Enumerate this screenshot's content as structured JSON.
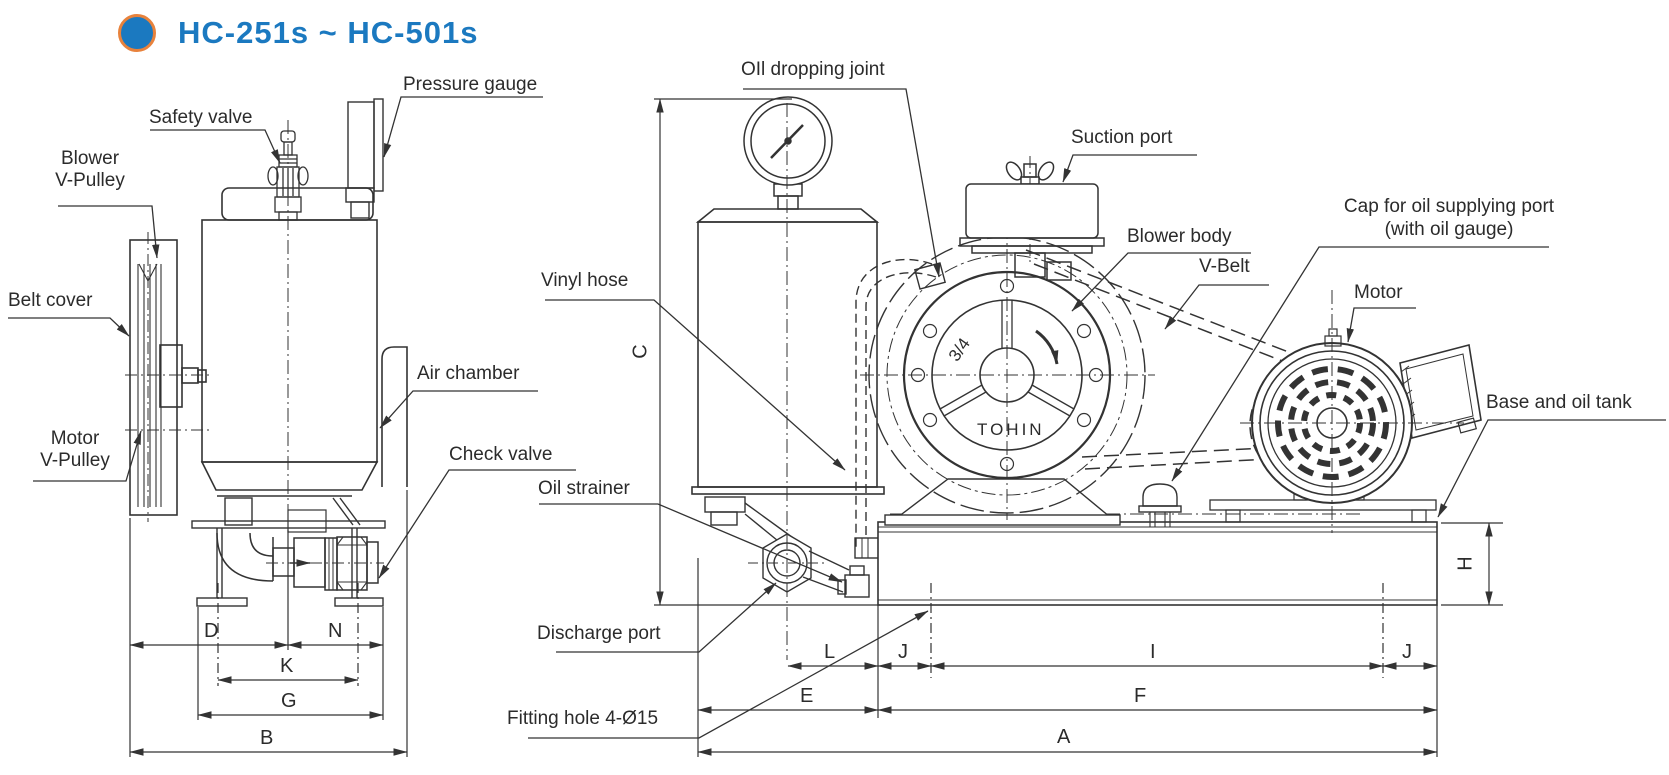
{
  "title": {
    "text": "HC-251s ~ HC-501s"
  },
  "parts": {
    "pressure_gauge": "Pressure gauge",
    "safety_valve": "Safety valve",
    "blower_v_pulley_1": "Blower",
    "blower_v_pulley_2": "V-Pulley",
    "belt_cover": "Belt cover",
    "motor_v_pulley_1": "Motor",
    "motor_v_pulley_2": "V-Pulley",
    "air_chamber": "Air chamber",
    "check_valve": "Check valve",
    "oil_dropping_joint": "OIl dropping joint",
    "vinyl_hose": "Vinyl hose",
    "suction_port": "Suction port",
    "blower_body": "Blower body",
    "v_belt": "V-Belt",
    "cap_for_oil_line1": "Cap for oil supplying port",
    "cap_for_oil_line2": "(with oil gauge)",
    "motor": "Motor",
    "base_and_oil_tank": "Base and oil tank",
    "oil_strainer": "Oil strainer",
    "discharge_port": "Discharge port",
    "fitting_hole": "Fitting hole 4-Ø15"
  },
  "dims": {
    "a": "A",
    "b": "B",
    "c": "C",
    "d": "D",
    "e": "E",
    "f": "F",
    "g": "G",
    "h": "H",
    "i": "I",
    "j": "J",
    "k": "K",
    "l": "L",
    "n": "N"
  },
  "markings": {
    "brand": "TOHIN",
    "size": "3/4"
  },
  "colors": {
    "accent_blue": "#1b79c0",
    "bullet_ring": "#e8823c",
    "line": "#333333"
  }
}
